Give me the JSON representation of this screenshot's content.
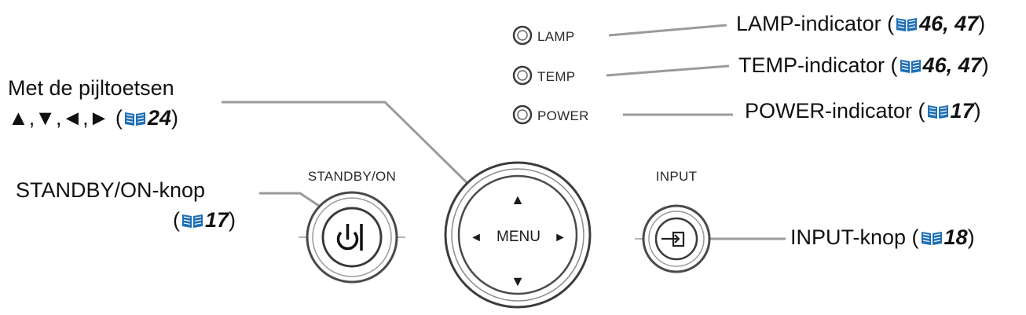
{
  "callouts": {
    "lamp": {
      "text": "LAMP-indicator (",
      "ref": "46, 47",
      "close": ")"
    },
    "temp": {
      "text": "TEMP-indicator (",
      "ref": "46, 47",
      "close": ")"
    },
    "power": {
      "text": "POWER-indicator (",
      "ref": "17",
      "close": ")"
    },
    "arrows": {
      "line1": "Met de pijltoetsen",
      "line2": "▲,▼,◄,► (",
      "ref": "24",
      "close": ")"
    },
    "standby": {
      "line1": "STANDBY/ON-knop",
      "open": "(",
      "ref": "17",
      "close": ")"
    },
    "input": {
      "text": "INPUT-knop  (",
      "ref": "18",
      "close": ")"
    }
  },
  "panel": {
    "indicators": {
      "lamp": "LAMP",
      "temp": "TEMP",
      "power": "POWER"
    },
    "standby_label": "STANDBY/ON",
    "input_label": "INPUT",
    "menu_label": "MENU",
    "arrow_up": "▲",
    "arrow_down": "▼",
    "arrow_left": "◄",
    "arrow_right": "►"
  },
  "colors": {
    "leader": "#9b9b9b",
    "book_icon": "#1f6fb5",
    "ring": "#555555"
  }
}
